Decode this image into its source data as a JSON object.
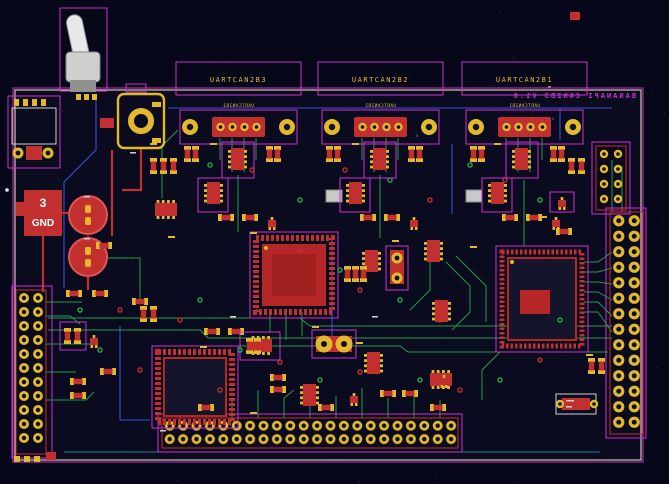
{
  "board": {
    "title": "BANANAPI CAN2B3 V1.0",
    "connectors": [
      {
        "label": "UARTCAN2B3"
      },
      {
        "label": "UARTCAN2B2"
      },
      {
        "label": "UARTCAN2B1"
      }
    ],
    "power_flag": {
      "value": "3",
      "net": "GND"
    }
  },
  "colors": {
    "bg": "#07071a",
    "board": "#0b0b20",
    "copper": "#c22f2f",
    "pad": "#e2b92c",
    "courtyard": "#cf2fcf",
    "green": "#1fae4a",
    "blue": "#3c55e8",
    "cyan": "#2aa9c9",
    "silk": "#cfcfcf"
  }
}
